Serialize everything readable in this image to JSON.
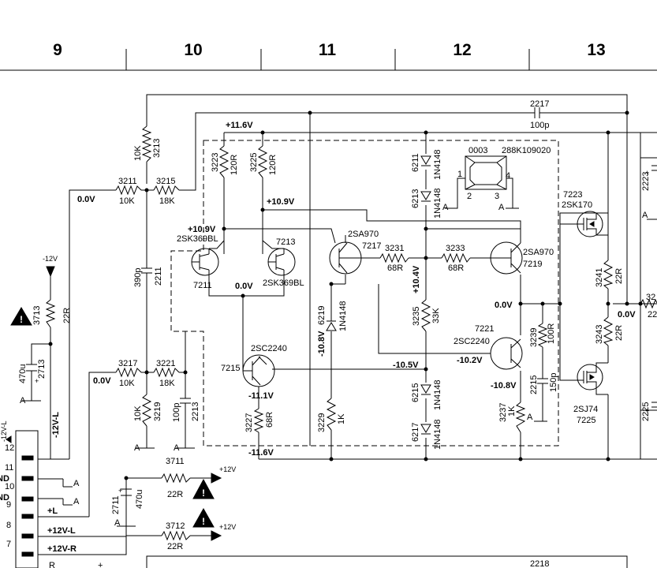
{
  "columns": [
    "9",
    "10",
    "11",
    "12",
    "13"
  ],
  "components": {
    "r3213": {
      "ref": "3213",
      "value": "10K"
    },
    "r3211": {
      "ref": "3211",
      "value": "10K"
    },
    "r3215": {
      "ref": "3215",
      "value": "18K"
    },
    "r3223": {
      "ref": "3223",
      "value": "120R"
    },
    "r3225": {
      "ref": "3225",
      "value": "120R"
    },
    "c2217": {
      "ref": "2217",
      "value": "100p"
    },
    "c2211": {
      "ref": "2211",
      "value": "390p"
    },
    "q7211": {
      "ref": "7211",
      "part": "2SK369BL"
    },
    "q7213": {
      "ref": "7213",
      "part": "2SK369BL"
    },
    "q7217": {
      "ref": "7217",
      "part": "2SA970"
    },
    "q7219": {
      "ref": "7219",
      "part": "2SA970"
    },
    "q7215": {
      "ref": "7215",
      "part": "2SC2240"
    },
    "q7221": {
      "ref": "7221",
      "part": "2SC2240"
    },
    "q7223": {
      "ref": "7223",
      "part": "2SK170"
    },
    "q7225": {
      "ref": "7225",
      "part": "2SJ74"
    },
    "r3231": {
      "ref": "3231",
      "value": "68R"
    },
    "r3233": {
      "ref": "3233",
      "value": "68R"
    },
    "d6211": {
      "ref": "6211",
      "part": "1N4148"
    },
    "d6213": {
      "ref": "6213",
      "part": "1N4148"
    },
    "d6219": {
      "ref": "6219",
      "part": "1N4148"
    },
    "d6215": {
      "ref": "6215",
      "part": "1N4148"
    },
    "d6217": {
      "ref": "6217",
      "part": "1N4148"
    },
    "r3235": {
      "ref": "3235",
      "value": "33K"
    },
    "r3239": {
      "ref": "3239",
      "value": "100R"
    },
    "c2215": {
      "ref": "2215",
      "value": "150p"
    },
    "r3237": {
      "ref": "3237",
      "value": "1K"
    },
    "r3229": {
      "ref": "3229",
      "value": "1K"
    },
    "r3227": {
      "ref": "3227",
      "value": "68R"
    },
    "r3217": {
      "ref": "3217",
      "value": "10K"
    },
    "r3221": {
      "ref": "3221",
      "value": "18K"
    },
    "r3219": {
      "ref": "3219",
      "value": "10K"
    },
    "c2213": {
      "ref": "2213",
      "value": "100p"
    },
    "r3241": {
      "ref": "3241",
      "value": "22R"
    },
    "r3243": {
      "ref": "3243",
      "value": "22R"
    },
    "r3713": {
      "ref": "3713",
      "value": "22R"
    },
    "c2713": {
      "ref": "2713",
      "value": "470u"
    },
    "r3711": {
      "ref": "3711",
      "value": "22R"
    },
    "c2711": {
      "ref": "2711",
      "value": "470u"
    },
    "r3712": {
      "ref": "3712",
      "value": "22R"
    },
    "u0003": {
      "ref": "0003",
      "part": "288K109020",
      "pin1": "1",
      "pin2": "2",
      "pin3": "3",
      "pin4": "4"
    },
    "c2223": {
      "ref": "2223"
    },
    "c2225": {
      "ref": "2225"
    },
    "c2218": {
      "ref": "2218"
    },
    "r32x": {
      "ref": "32",
      "value": "22"
    }
  },
  "voltages": {
    "plus11_6": "+11.6V",
    "plus10_9a": "+10.9V",
    "plus10_9b": "+10.9V",
    "plus10_4": "+10.4V",
    "minus10_8a": "-10.8V",
    "minus10_5": "-10.5V",
    "minus10_2": "-10.2V",
    "minus10_8b": "-10.8V",
    "minus11_1": "-11.1V",
    "minus11_6": "-11.6V",
    "zero_a": "0.0V",
    "zero_b": "0.0V",
    "zero_c": "0.0V",
    "zero_d": "0.0V",
    "zero_e": "0.0V"
  },
  "supplies": {
    "minus12": "-12V",
    "plus12_a": "+12V",
    "plus12_b": "+12V"
  },
  "ground": "A",
  "connector": {
    "pins": [
      "12",
      "11",
      "10",
      "9",
      "8",
      "7"
    ],
    "nd": "ND",
    "labels": {
      "minus12vl_a": "-12V-L",
      "minus12vl_b": "-12V-L",
      "plus_l": "+L",
      "plus12vl": "+12V-L",
      "plus12vr": "+12V-R",
      "r_sig": "R"
    }
  }
}
